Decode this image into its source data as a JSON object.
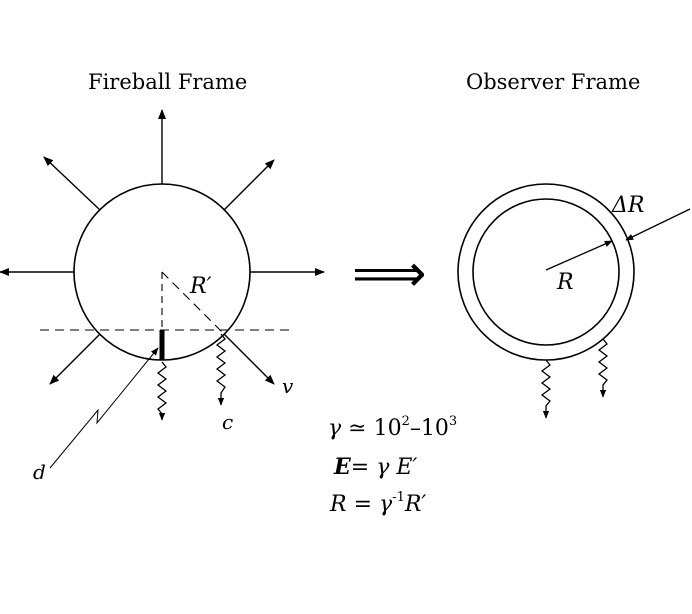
{
  "fireball": {
    "title": "Fireball Frame",
    "radius_label": "R′",
    "velocity_label": "v",
    "light_speed_label": "c",
    "thickness_label": "d"
  },
  "observer": {
    "title": "Observer Frame",
    "shell_label": "ΔR",
    "radius_label": "R"
  },
  "arrow_symbol": "⟹",
  "equations": {
    "gamma": {
      "lhs": "γ",
      "rel": "≃",
      "base1": "10",
      "exp1": "2",
      "dash": "–",
      "base2": "10",
      "exp2": "3"
    },
    "energy": {
      "lhs": "E",
      "rel": "=",
      "gamma": "γ",
      "rhs": "E′"
    },
    "radius": {
      "lhs": "R",
      "rel": "=",
      "gamma": "γ",
      "exp": "-1",
      "rhs": "R′"
    }
  },
  "colors": {
    "ink": "#000000",
    "background": "#ffffff"
  }
}
